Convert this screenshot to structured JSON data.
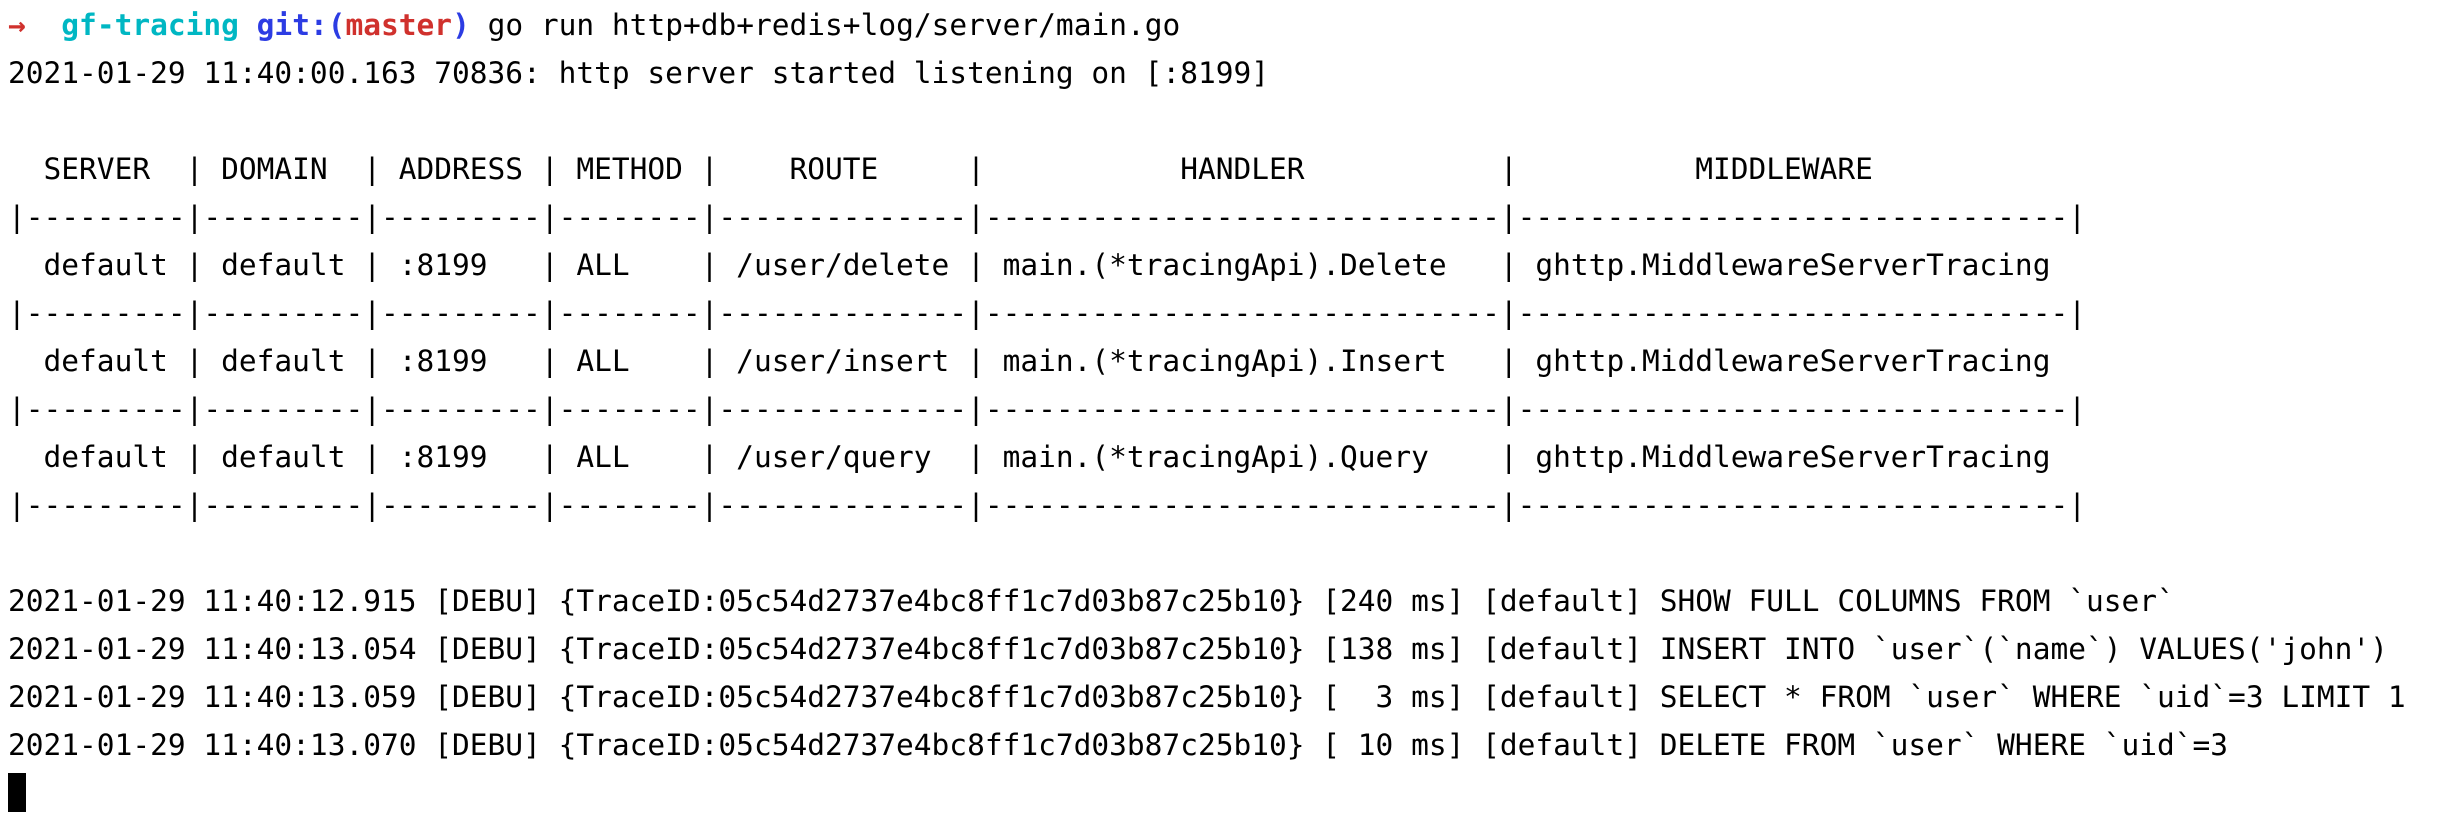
{
  "colors": {
    "background": "#ffffff",
    "text": "#000000",
    "prompt_arrow": "#d0312d",
    "prompt_directory": "#00b7c3",
    "prompt_git": "#2c3ce3",
    "prompt_branch": "#d0312d",
    "cursor": "#000000"
  },
  "prompt": {
    "arrow": "→",
    "sep1": "  ",
    "directory": "gf-tracing",
    "sep2": " ",
    "git_open": "git:(",
    "branch": "master",
    "git_close": ")",
    "sep3": " ",
    "command": "go run http+db+redis+log/server/main.go"
  },
  "startup_log": "2021-01-29 11:40:00.163 70836: http server started listening on [:8199]",
  "route_table": {
    "columns": [
      "SERVER",
      "DOMAIN",
      "ADDRESS",
      "METHOD",
      "ROUTE",
      "HANDLER",
      "MIDDLEWARE"
    ],
    "rows": [
      [
        "default",
        "default",
        ":8199",
        "ALL",
        "/user/delete",
        "main.(*tracingApi).Delete",
        "ghttp.MiddlewareServerTracing"
      ],
      [
        "default",
        "default",
        ":8199",
        "ALL",
        "/user/insert",
        "main.(*tracingApi).Insert",
        "ghttp.MiddlewareServerTracing"
      ],
      [
        "default",
        "default",
        ":8199",
        "ALL",
        "/user/query",
        "main.(*tracingApi).Query",
        "ghttp.MiddlewareServerTracing"
      ]
    ],
    "rendered": {
      "header": "  SERVER  | DOMAIN  | ADDRESS | METHOD |    ROUTE     |           HANDLER           |          MIDDLEWARE",
      "separator": "|---------|---------|---------|--------|--------------|-----------------------------|-------------------------------|",
      "rows": [
        "  default | default | :8199   | ALL    | /user/delete | main.(*tracingApi).Delete   | ghttp.MiddlewareServerTracing",
        "  default | default | :8199   | ALL    | /user/insert | main.(*tracingApi).Insert   | ghttp.MiddlewareServerTracing",
        "  default | default | :8199   | ALL    | /user/query  | main.(*tracingApi).Query    | ghttp.MiddlewareServerTracing"
      ]
    }
  },
  "sql_logs": {
    "entries": [
      {
        "timestamp": "2021-01-29 11:40:12.915",
        "level": "DEBU",
        "trace_id": "05c54d2737e4bc8ff1c7d03b87c25b10",
        "duration": "240 ms",
        "group": "default",
        "statement": "SHOW FULL COLUMNS FROM `user`"
      },
      {
        "timestamp": "2021-01-29 11:40:13.054",
        "level": "DEBU",
        "trace_id": "05c54d2737e4bc8ff1c7d03b87c25b10",
        "duration": "138 ms",
        "group": "default",
        "statement": "INSERT INTO `user`(`name`) VALUES('john')"
      },
      {
        "timestamp": "2021-01-29 11:40:13.059",
        "level": "DEBU",
        "trace_id": "05c54d2737e4bc8ff1c7d03b87c25b10",
        "duration": "3 ms",
        "group": "default",
        "statement": "SELECT * FROM `user` WHERE `uid`=3 LIMIT 1"
      },
      {
        "timestamp": "2021-01-29 11:40:13.070",
        "level": "DEBU",
        "trace_id": "05c54d2737e4bc8ff1c7d03b87c25b10",
        "duration": "10 ms",
        "group": "default",
        "statement": "DELETE FROM `user` WHERE `uid`=3"
      }
    ],
    "rendered": [
      "2021-01-29 11:40:12.915 [DEBU] {TraceID:05c54d2737e4bc8ff1c7d03b87c25b10} [240 ms] [default] SHOW FULL COLUMNS FROM `user`",
      "2021-01-29 11:40:13.054 [DEBU] {TraceID:05c54d2737e4bc8ff1c7d03b87c25b10} [138 ms] [default] INSERT INTO `user`(`name`) VALUES('john')",
      "2021-01-29 11:40:13.059 [DEBU] {TraceID:05c54d2737e4bc8ff1c7d03b87c25b10} [  3 ms] [default] SELECT * FROM `user` WHERE `uid`=3 LIMIT 1",
      "2021-01-29 11:40:13.070 [DEBU] {TraceID:05c54d2737e4bc8ff1c7d03b87c25b10} [ 10 ms] [default] DELETE FROM `user` WHERE `uid`=3"
    ]
  }
}
